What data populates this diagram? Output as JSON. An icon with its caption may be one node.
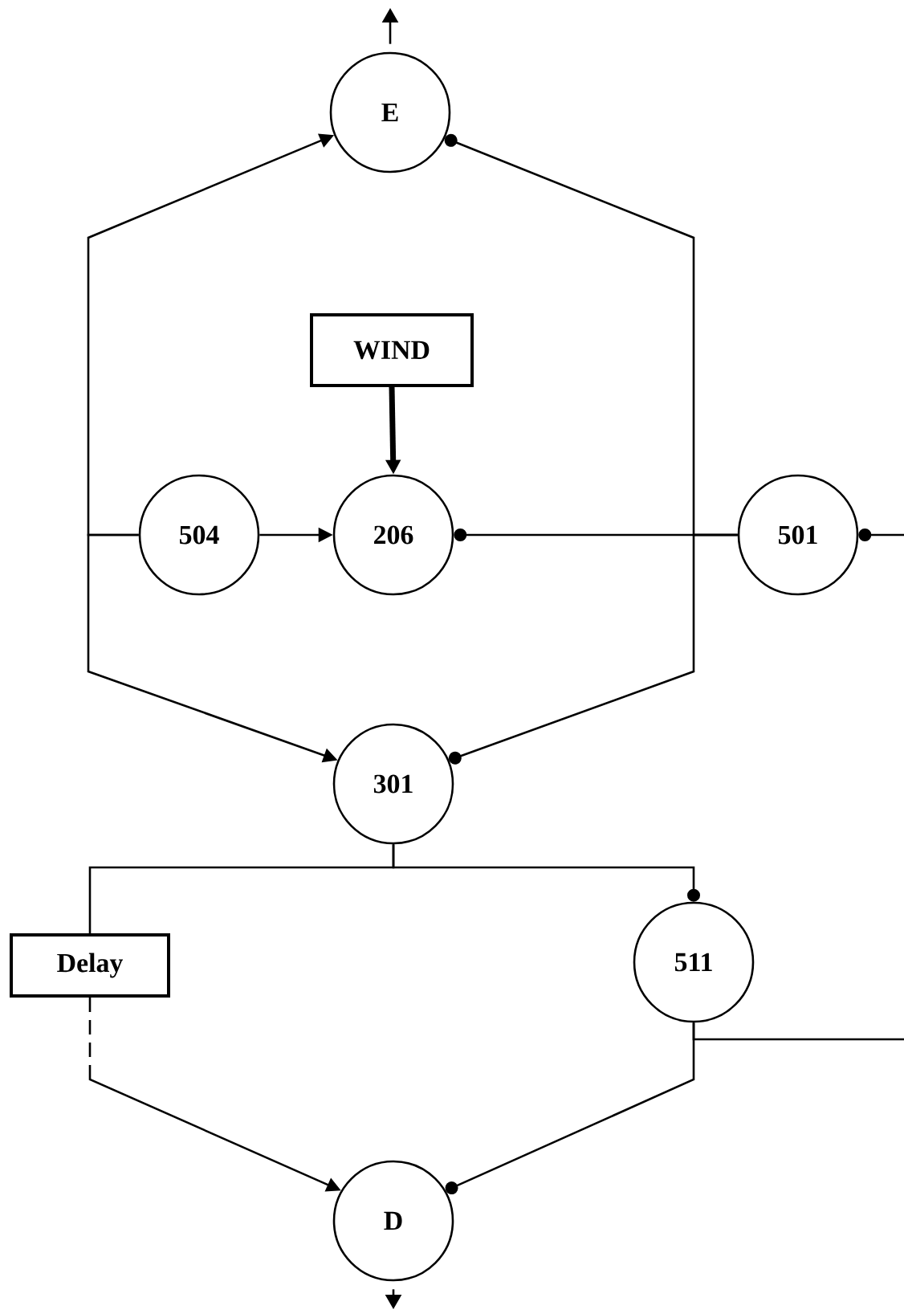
{
  "diagram": {
    "nodes": [
      {
        "text": [
          "E"
        ]
      },
      {
        "text": [
          "WIND"
        ]
      },
      {
        "text": [
          "504"
        ]
      },
      {
        "text": [
          "206"
        ]
      },
      {
        "text": [
          "501"
        ]
      },
      {
        "text": [
          "301"
        ]
      },
      {
        "text": [
          "Delay"
        ]
      },
      {
        "text": [
          "511"
        ]
      },
      {
        "text": [
          "D"
        ]
      }
    ],
    "edges": [
      {
        "from": 0,
        "to": null,
        "arrow": "to"
      },
      {
        "from": 2,
        "to": 0,
        "arrow": "to"
      },
      {
        "from": 4,
        "to": 0,
        "arrow": "other"
      },
      {
        "from": 1,
        "to": 3,
        "arrow": "to",
        "style": "thick"
      },
      {
        "from": 2,
        "to": 3,
        "arrow": "to"
      },
      {
        "from": 4,
        "to": 3,
        "arrow": "other"
      },
      {
        "from": null,
        "to": 4,
        "arrow": "other"
      },
      {
        "from": 2,
        "to": 5,
        "arrow": "to"
      },
      {
        "from": 4,
        "to": 5,
        "arrow": "other"
      },
      {
        "from": 5,
        "to": 6,
        "arrow": "none"
      },
      {
        "from": 5,
        "to": 7,
        "arrow": "other"
      },
      {
        "from": 6,
        "to": 8,
        "arrow": "to",
        "style": "dashed"
      },
      {
        "from": 7,
        "to": 8,
        "arrow": "other"
      },
      {
        "from": 7,
        "to": null,
        "arrow": "none"
      },
      {
        "from": 8,
        "to": null,
        "arrow": "to"
      }
    ]
  }
}
